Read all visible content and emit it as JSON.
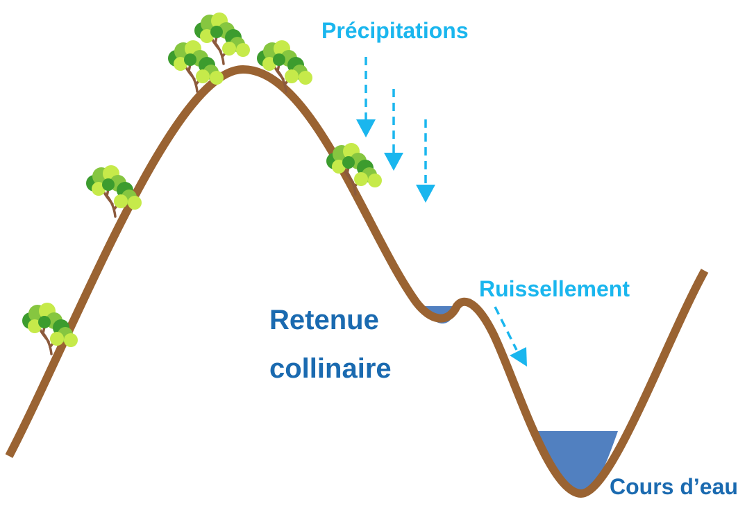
{
  "labels": {
    "precipitations": "Précipitations",
    "ruissellement": "Ruissellement",
    "retenue_line1": "Retenue",
    "retenue_line2": "collinaire",
    "cours_d_eau": "Cours d’eau"
  },
  "colors": {
    "terrain": "#9a6332",
    "water": "#5180c0",
    "arrow": "#1ab6ee",
    "label_dark_blue": "#1a6ab0",
    "leaf_light": "#c6ea4a",
    "leaf_mid": "#86c640",
    "leaf_dark": "#3c9c2e",
    "trunk": "#8c5a3c"
  },
  "icons": {
    "tree": "tree-icon",
    "arrow": "arrow-down-icon"
  }
}
